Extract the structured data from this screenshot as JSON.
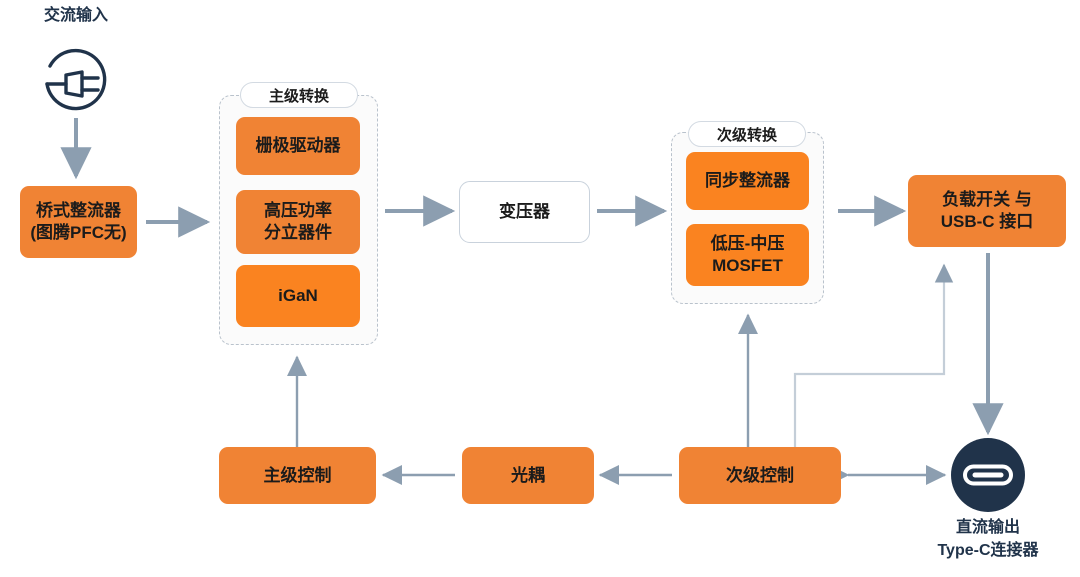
{
  "diagram": {
    "title_ac_input": "交流输入",
    "caption_dc_output": "直流输出\nType-C连接器",
    "colors": {
      "orange": "#F08334",
      "orange_bright": "#FA8320",
      "navy": "#20334A",
      "arrow": "#8C9EB0",
      "thin_line": "#C4CED8",
      "group_border": "#B9C2CC"
    }
  },
  "groups": [
    {
      "id": "primary-conversion",
      "label": "主级转换"
    },
    {
      "id": "secondary-conversion",
      "label": "次级转换"
    }
  ],
  "nodes": {
    "bridge_rectifier": "桥式整流器\n(图腾PFC无)",
    "gate_driver": "栅极驱动器",
    "hv_discrete": "高压功率\n分立器件",
    "igan": "iGaN",
    "transformer": "变压器",
    "sync_rectifier": "同步整流器",
    "lv_mv_mosfet": "低压-中压\nMOSFET",
    "load_switch": "负载开关 与\nUSB-C 接口",
    "primary_control": "主级控制",
    "optocoupler": "光耦",
    "secondary_control": "次级控制"
  },
  "icons": {
    "ac_plug": "ac-plug-icon",
    "type_c": "usb-type-c-icon"
  }
}
